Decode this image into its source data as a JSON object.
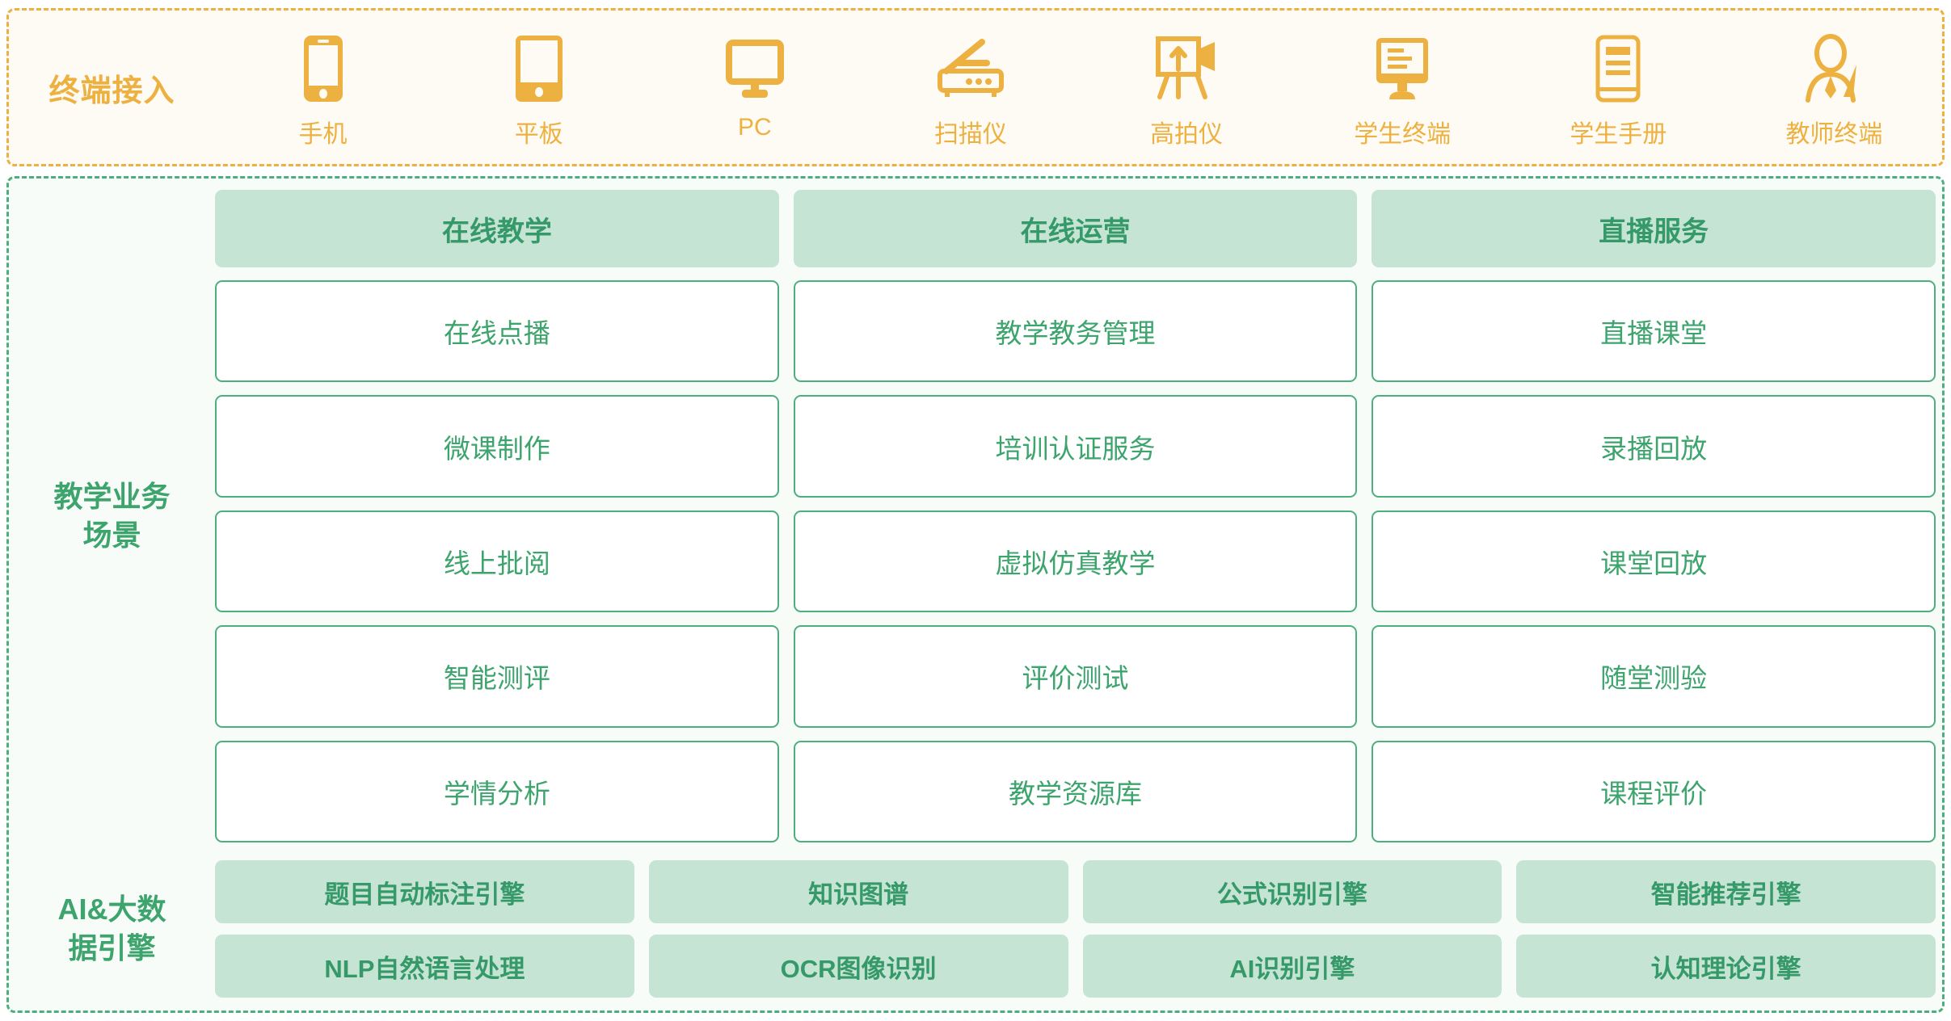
{
  "colors": {
    "orange": "#EDB141",
    "orange_bg": "#FEFBF5",
    "green": "#4CAF7D",
    "green_dark": "#35996A",
    "green_fill": "#C6E4D3",
    "green_bg": "#F7FCF9"
  },
  "terminal": {
    "label": "终端接入",
    "items": [
      {
        "icon": "phone-icon",
        "caption": "手机"
      },
      {
        "icon": "tablet-icon",
        "caption": "平板"
      },
      {
        "icon": "monitor-icon",
        "caption": "PC"
      },
      {
        "icon": "scanner-icon",
        "caption": "扫描仪"
      },
      {
        "icon": "document-camera-icon",
        "caption": "高拍仪"
      },
      {
        "icon": "student-terminal-icon",
        "caption": "学生终端"
      },
      {
        "icon": "student-handbook-icon",
        "caption": "学生手册"
      },
      {
        "icon": "teacher-terminal-icon",
        "caption": "教师终端"
      }
    ]
  },
  "scenes": {
    "label_lines": [
      "教学业务",
      "场景"
    ],
    "columns": [
      {
        "header": "在线教学",
        "items": [
          "在线点播",
          "微课制作",
          "线上批阅",
          "智能测评",
          "学情分析"
        ]
      },
      {
        "header": "在线运营",
        "items": [
          "教学教务管理",
          "培训认证服务",
          "虚拟仿真教学",
          "评价测试",
          "教学资源库"
        ]
      },
      {
        "header": "直播服务",
        "items": [
          "直播课堂",
          "录播回放",
          "课堂回放",
          "随堂测验",
          "课程评价"
        ]
      }
    ]
  },
  "engines": {
    "label_lines": [
      "AI&大数",
      "据引擎"
    ],
    "rows": [
      [
        "题目自动标注引擎",
        "知识图谱",
        "公式识别引擎",
        "智能推荐引擎"
      ],
      [
        "NLP自然语言处理",
        "OCR图像识别",
        "AI识别引擎",
        "认知理论引擎"
      ]
    ]
  }
}
